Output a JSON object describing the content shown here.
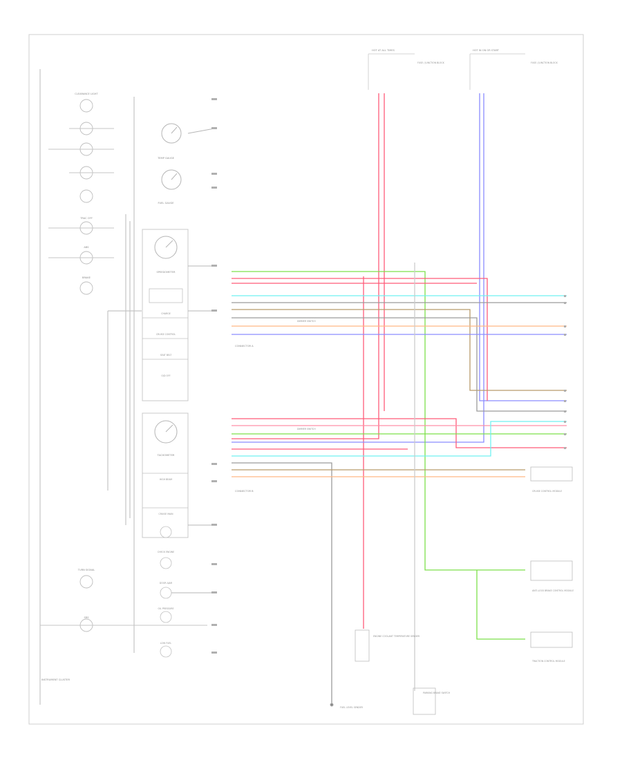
{
  "diagram": {
    "page_label": "",
    "cluster_label": "INSTRUMENT CLUSTER",
    "left_indicators": [
      "CLEARANCE LIGHT",
      "",
      "",
      "",
      "",
      "TRAC OFF",
      "ABS",
      "BRAKE"
    ],
    "low_left_indicators": [
      "TURN SIGNAL",
      "SRS"
    ],
    "gauges": [
      "TEMP GAUGE",
      "FUEL GAUGE",
      "SPEEDOMETER",
      "TACHOMETER"
    ],
    "center_lamps": [
      "CHARGE",
      "CRUISE CONTROL",
      "SEAT BELT",
      "O/D OFF",
      "HIGH BEAM",
      "CRUISE MAIN",
      "CHECK ENGINE",
      "DOOR AJAR",
      "OIL PRESSURE",
      "LOW FUEL"
    ],
    "connector_a_label": "CONNECTOR A",
    "connector_b_label": "CONNECTOR B",
    "fuse_box_left": "HOT AT ALL TIMES",
    "fuse_box_right": "HOT IN ON OR START",
    "fuse_box_left_note": "FUSE / JUNCTION BLOCK",
    "fuse_box_right_note": "FUSE / JUNCTION BLOCK",
    "splice_note": "DIMMER SWITCH",
    "wire_colors": [
      "RED",
      "BLU",
      "GRN",
      "PNK",
      "CYN",
      "GRY",
      "BRN",
      "ORN",
      "VIO",
      "YEL",
      "BLK"
    ],
    "module_boxes": [
      "CRUISE CONTROL MODULE",
      "ANTI-LOCK BRAKE CONTROL MODULE",
      "TRACTION CONTROL MODULE"
    ],
    "sensors": [
      "ENGINE COOLANT TEMPERATURE SENDER",
      "FUEL LEVEL SENDER",
      "PARKING BRAKE SWITCH"
    ],
    "colors": {
      "red": "#ff5a78",
      "blue": "#8a8cff",
      "green": "#7ce04a",
      "cyan": "#6ff0f0",
      "orange": "#ffb784",
      "pink": "#ff8fa8",
      "gray": "#9a9a9a",
      "brown": "#b89a6a"
    }
  }
}
